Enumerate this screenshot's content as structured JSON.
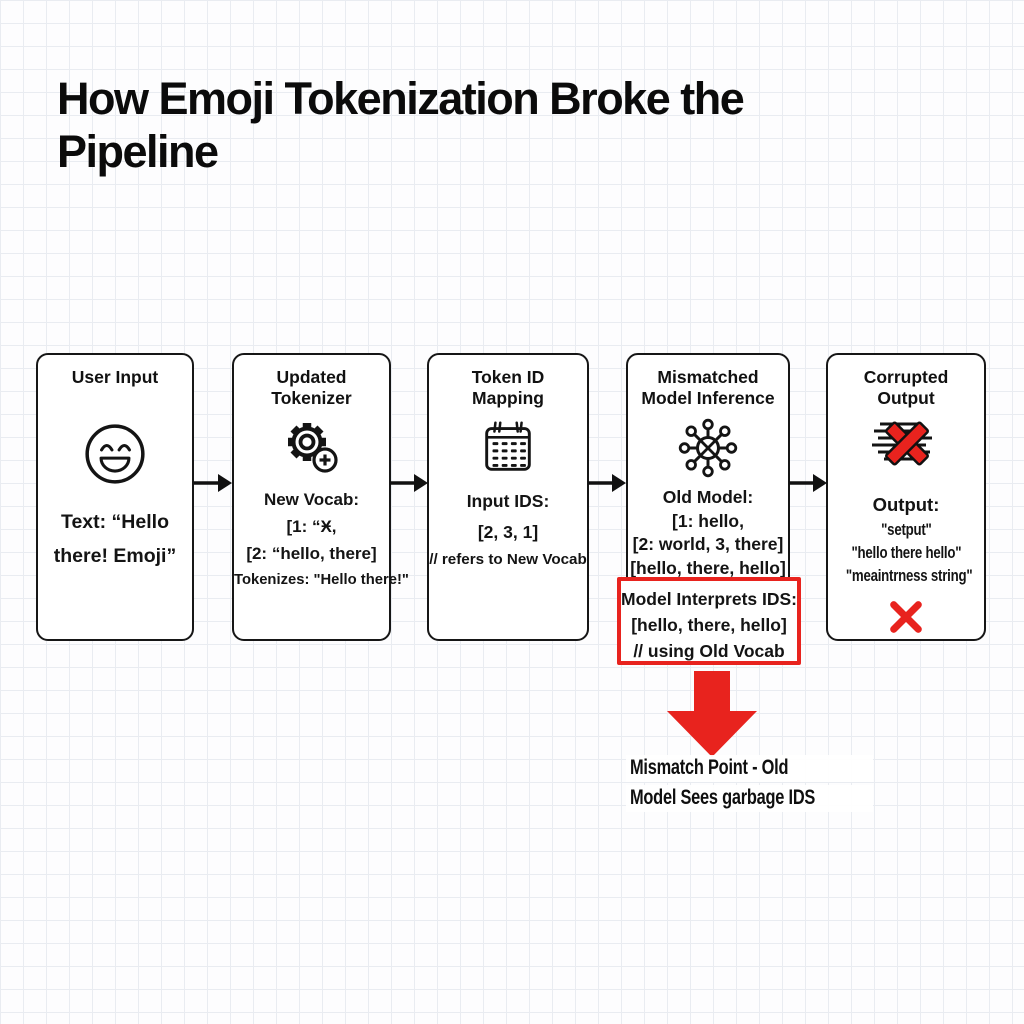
{
  "title": "How Emoji Tokenization Broke the Pipeline",
  "colors": {
    "accent_red": "#e8231e",
    "ink": "#141414",
    "grid": "#e9ecf1"
  },
  "icons": {
    "user_input": "smiley-emoji-icon",
    "updated_tokenizer": "gear-plus-icon",
    "token_id_mapping": "calendar-grid-icon",
    "mismatched_model_inference": "network-nodes-icon",
    "corrupted_output": "struck-text-red-x-icon",
    "flow_connector": "right-arrow-icon",
    "mismatch_pointer": "red-down-arrow-icon",
    "failure_mark": "red-x-mark-icon"
  },
  "nodes": [
    {
      "title": "User Input",
      "lines": [
        "Text: “Hello there! Emoji”"
      ]
    },
    {
      "title": "Updated Tokenizer",
      "lines": [
        "New Vocab:",
        "[1: “Ӿ,",
        "[2: “hello,  there]",
        "Tokenizes: \"Hello there!\""
      ]
    },
    {
      "title": "Token ID Mapping",
      "lines": [
        "Input IDS:",
        "[2, 3, 1]",
        "// refers to New Vocab"
      ]
    },
    {
      "title": "Mismatched Model Inference",
      "lines": [
        "Old Model:",
        "[1: hello,",
        "[2: world, 3, there]",
        "[hello, there, hello]"
      ]
    },
    {
      "title": "Corrupted Output",
      "lines": [
        "Output:",
        "\"setput\"",
        "\"hello there hello\"",
        "\"meaintrness string\""
      ]
    }
  ],
  "callout": {
    "lines": [
      "Model Interprets IDS:",
      "[hello, there, hello]",
      "// using Old Vocab"
    ]
  },
  "annotation": {
    "line1": "Mismatch Point - Old",
    "line2": "Model Sees garbage IDS"
  }
}
